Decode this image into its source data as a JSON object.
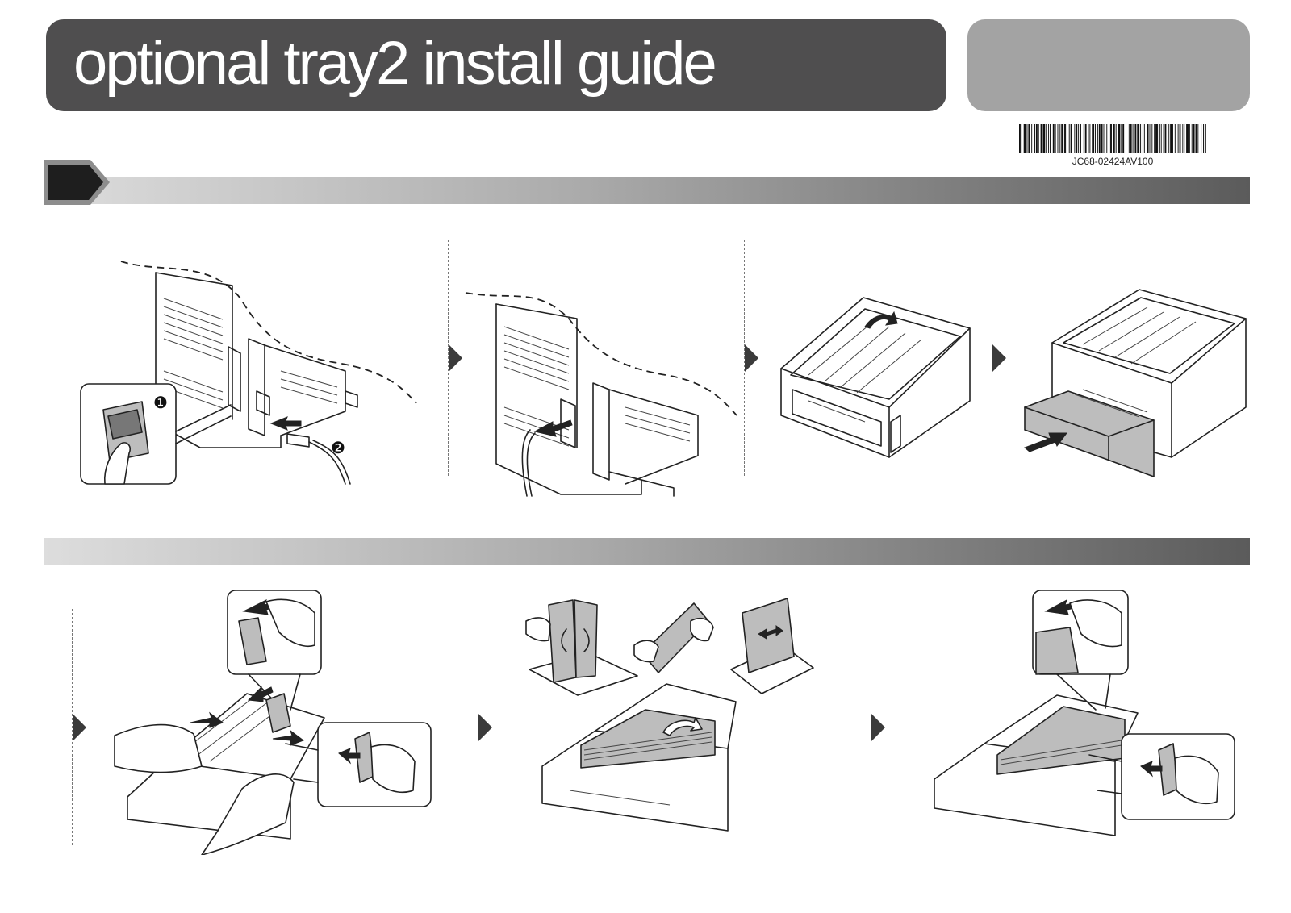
{
  "header": {
    "title": "optional tray2 install guide"
  },
  "barcode": {
    "code": "JC68-02424AV100"
  },
  "callouts": {
    "step1_marker_1": "❶",
    "step1_marker_2": "❷"
  },
  "colors": {
    "title_bar": "#4f4e4f",
    "side_panel": "#a3a3a3",
    "band_light": "#dddddd",
    "band_dark": "#5b5b5b",
    "step_arrow": "#3b3b3b"
  },
  "sections": [
    {
      "steps": [
        "power-off-unplug",
        "disconnect-cable",
        "unpack-tray-unit",
        "remove-paper-tray"
      ]
    },
    {
      "steps": [
        "adjust-paper-guides",
        "flex-and-load-paper",
        "set-paper-guides"
      ]
    }
  ]
}
